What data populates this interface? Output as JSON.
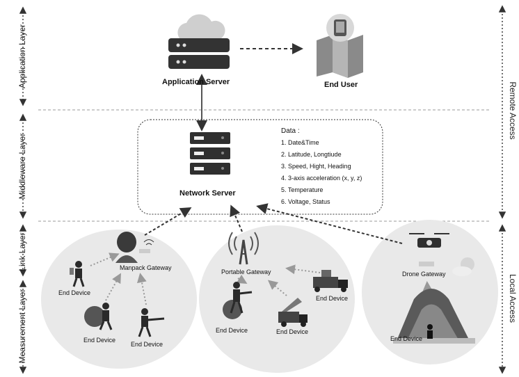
{
  "layers_left": [
    "Application Layer",
    "Middleware Layer",
    "Link Layer",
    "Measurement Layer"
  ],
  "layers_right": [
    "Remote Access",
    "Local Access"
  ],
  "nodes": {
    "application_server": "Application Server",
    "end_user": "End User",
    "network_server": "Network Server",
    "manpack_gateway": "Manpack Gateway",
    "portable_gateway": "Portable Gateway",
    "drone_gateway": "Drone Gateway",
    "end_device": "End Device"
  },
  "data_panel": {
    "title": "Data :",
    "items": [
      "1. Date&Time",
      "2. Latitude, Longtiude",
      "3. Speed, Hight, Heading",
      "4. 3-axis acceleration (x, y, z)",
      "5. Temperature",
      "6. Voltage, Status"
    ]
  },
  "colors": {
    "dark": "#2f2f2f",
    "zone": "#e9e9e9",
    "cloud": "#cfcfcf",
    "dashed": "#9a9a9a"
  }
}
